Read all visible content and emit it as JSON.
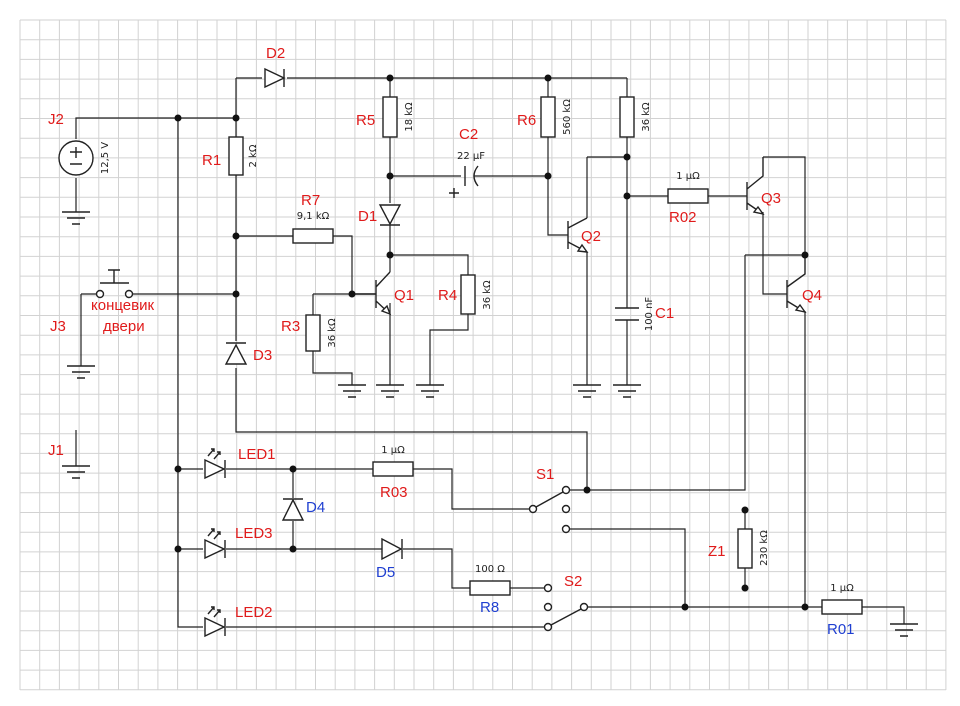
{
  "colors": {
    "designator": "#e01b1b",
    "designator_alt": "#1f3fd1",
    "line": "#222222",
    "grid": "#d2d2d2"
  },
  "connectors": {
    "j2": "J2",
    "j3": "J3",
    "j1": "J1"
  },
  "supply": {
    "value": "12,5 V"
  },
  "door_switch": {
    "line1": "концевик",
    "line2": "двери"
  },
  "resistors": {
    "r1": {
      "ref": "R1",
      "value": "2 kΩ"
    },
    "r3": {
      "ref": "R3",
      "value": "36 kΩ"
    },
    "r4": {
      "ref": "R4",
      "value": "36 kΩ"
    },
    "r5": {
      "ref": "R5",
      "value": "18 kΩ"
    },
    "r6": {
      "ref": "R6",
      "value": "560 kΩ"
    },
    "r7": {
      "ref": "R7",
      "value": "9,1 kΩ"
    },
    "r8": {
      "ref": "R8",
      "value": "100 Ω"
    },
    "r9": {
      "value": "36 kΩ"
    },
    "r01": {
      "ref": "R01",
      "value": "1 μΩ"
    },
    "r02": {
      "ref": "R02",
      "value": "1 μΩ"
    },
    "r03": {
      "ref": "R03",
      "value": "1 μΩ"
    },
    "z1": {
      "ref": "Z1",
      "value": "230 kΩ"
    }
  },
  "capacitors": {
    "c1": {
      "ref": "C1",
      "value": "100 nF"
    },
    "c2": {
      "ref": "C2",
      "value": "22 μF"
    }
  },
  "diodes": {
    "d1": "D1",
    "d2": "D2",
    "d3": "D3",
    "d4": "D4",
    "d5": "D5"
  },
  "leds": {
    "led1": "LED1",
    "led2": "LED2",
    "led3": "LED3"
  },
  "transistors": {
    "q1": "Q1",
    "q2": "Q2",
    "q3": "Q3",
    "q4": "Q4"
  },
  "switches": {
    "s1": "S1",
    "s2": "S2"
  },
  "symbols": {
    "plus": "+"
  }
}
